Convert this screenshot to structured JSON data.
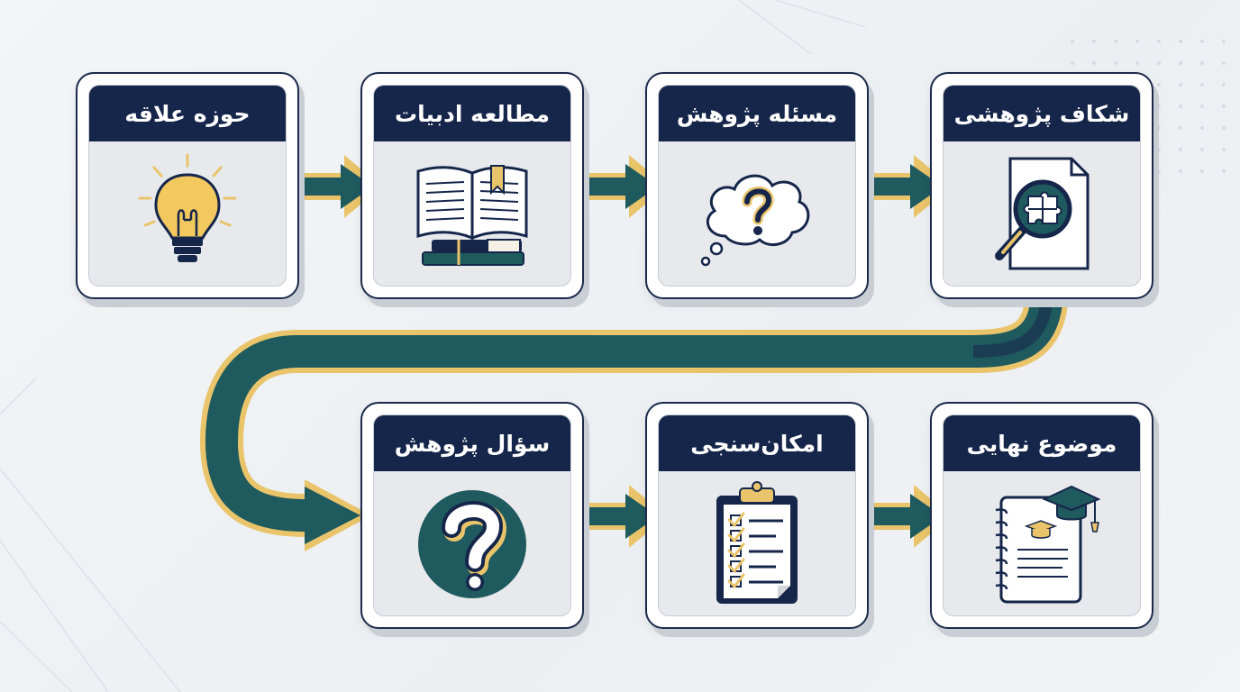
{
  "steps": [
    {
      "label": "حوزه علاقه",
      "icon": "lightbulb-icon"
    },
    {
      "label": "مطالعه ادبیات",
      "icon": "open-book-icon"
    },
    {
      "label": "مسئله پژوهش",
      "icon": "thought-bubble-question-icon"
    },
    {
      "label": "شکاف پژوهشی",
      "icon": "magnifier-puzzle-document-icon"
    },
    {
      "label": "سؤال پژوهش",
      "icon": "question-mark-circle-icon"
    },
    {
      "label": "امکان‌سنجی",
      "icon": "checklist-clipboard-icon"
    },
    {
      "label": "موضوع نهایی",
      "icon": "graduation-notebook-icon"
    }
  ],
  "colors": {
    "navy": "#15264a",
    "teal": "#1f5a5e",
    "gold": "#e9c46a",
    "card_inner": "#e7e9ed"
  }
}
